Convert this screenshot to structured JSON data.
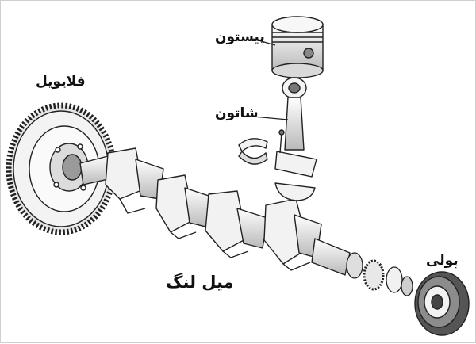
{
  "labels": {
    "piston": "پیستون",
    "connecting_rod": "شاتون",
    "flywheel": "فلایویل",
    "crankshaft": "میل لنگ",
    "pulley": "پولی"
  },
  "colors": {
    "line": "#222222",
    "fill": "#f4f4f4",
    "shade": "#9a9a9a",
    "dark": "#555555"
  },
  "icons": [
    "piston-icon",
    "connecting-rod-icon",
    "bearing-shell-icon",
    "flywheel-icon",
    "crankshaft-icon",
    "pulley-icon"
  ]
}
